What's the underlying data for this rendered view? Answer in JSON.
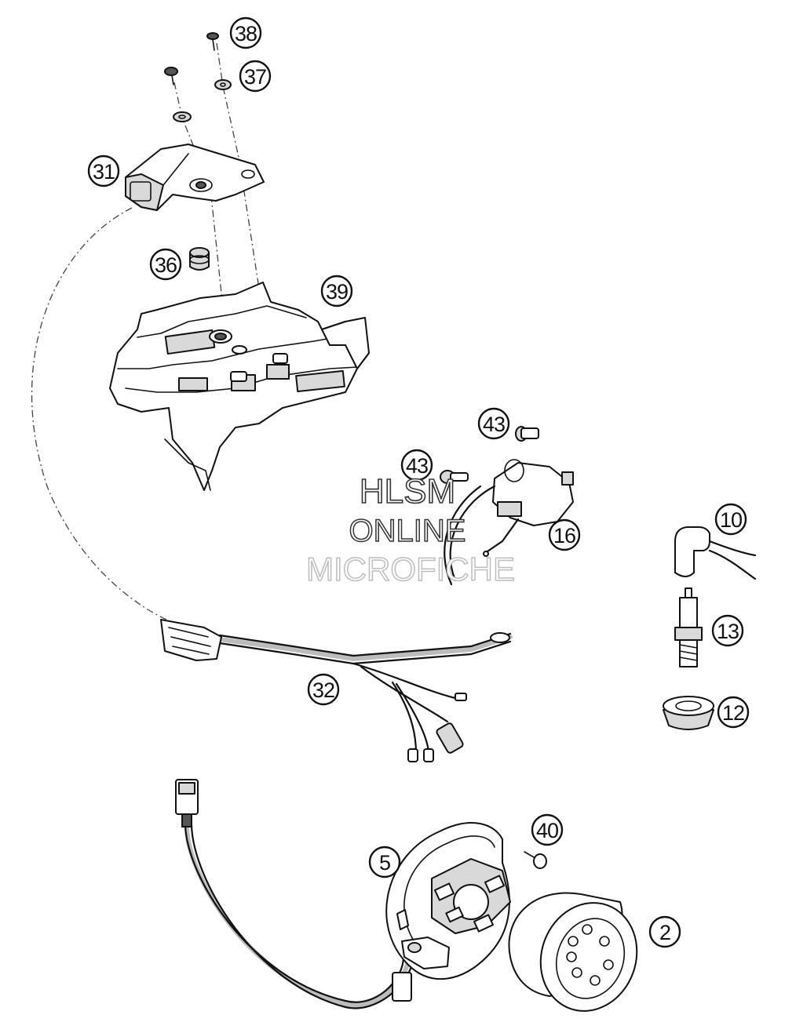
{
  "diagram": {
    "callouts": [
      {
        "id": "c38",
        "label": "38"
      },
      {
        "id": "c37",
        "label": "37"
      },
      {
        "id": "c31",
        "label": "31"
      },
      {
        "id": "c36",
        "label": "36"
      },
      {
        "id": "c39",
        "label": "39"
      },
      {
        "id": "c43a",
        "label": "43"
      },
      {
        "id": "c43b",
        "label": "43"
      },
      {
        "id": "c16",
        "label": "16"
      },
      {
        "id": "c10",
        "label": "10"
      },
      {
        "id": "c13",
        "label": "13"
      },
      {
        "id": "c12",
        "label": "12"
      },
      {
        "id": "c32",
        "label": "32"
      },
      {
        "id": "c40",
        "label": "40"
      },
      {
        "id": "c5",
        "label": "5"
      },
      {
        "id": "c2",
        "label": "2"
      }
    ]
  },
  "watermark": {
    "line1": "HLSM",
    "line2": "ONLINE",
    "line3": "MICROFICHE"
  }
}
